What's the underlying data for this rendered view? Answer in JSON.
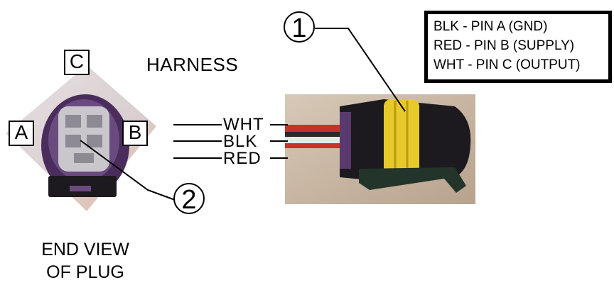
{
  "harness_label": "HARNESS",
  "pin_labels": {
    "a": "A",
    "b": "B",
    "c": "C"
  },
  "callouts": {
    "one": "1",
    "two": "2"
  },
  "wire_labels": [
    "WHT",
    "BLK",
    "RED"
  ],
  "legend": [
    "BLK - PIN A (GND)",
    "RED - PIN B (SUPPLY)",
    "WHT - PIN C (OUTPUT)"
  ],
  "caption": {
    "line1": "END VIEW",
    "line2": "OF PLUG"
  },
  "colors": {
    "connector_black": "#1c1a1e",
    "seal_yellow": "#e8c92a",
    "plug_purple": "#5a3a6e",
    "wire_red": "#c8322a",
    "wire_white": "#e8e8ea",
    "photo_background": "#c9b7a4"
  }
}
